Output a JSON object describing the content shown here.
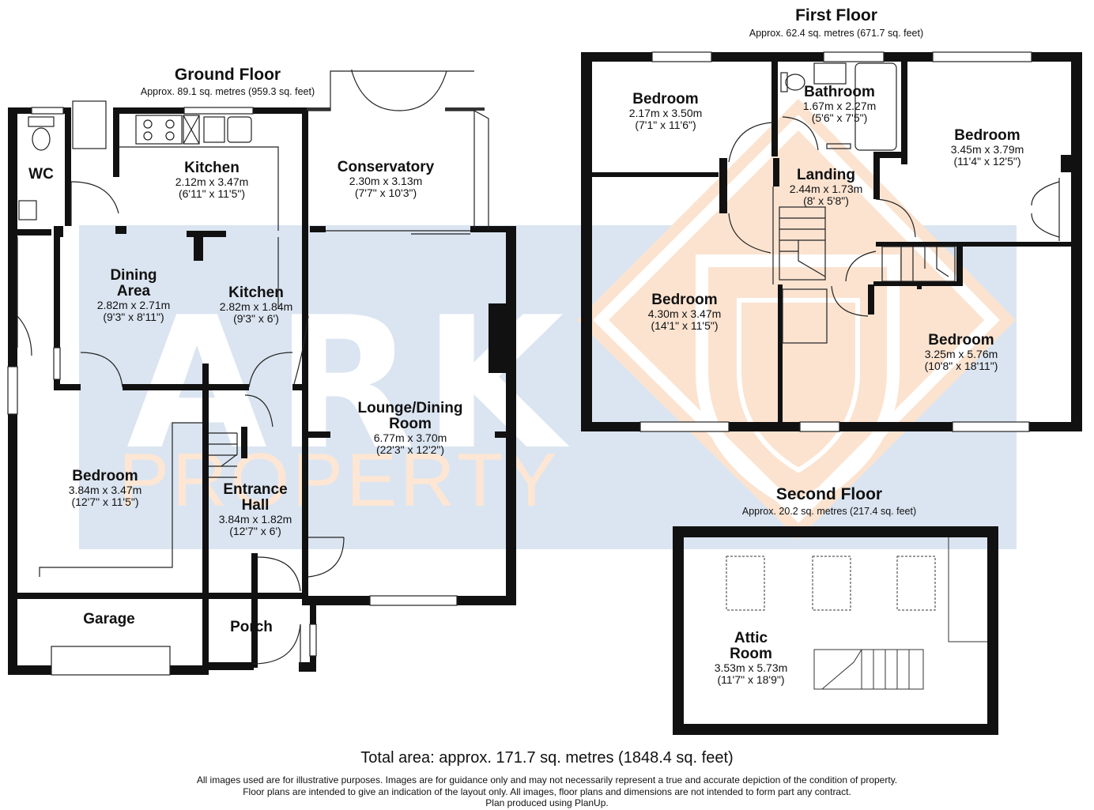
{
  "watermark": {
    "brand_top": "ARK",
    "brand_bottom": "PROPERTY",
    "colors": {
      "blue": "#dbe5f1",
      "orange": "#fbe3d0",
      "text_orange": "#fde6d3",
      "white": "#ffffff"
    }
  },
  "wall_color": "#111111",
  "ground_floor": {
    "title": "Ground Floor",
    "area": "Approx. 89.1 sq. metres (959.3 sq. feet)",
    "rooms": {
      "wc": {
        "name": "WC"
      },
      "kitchen_top": {
        "name": "Kitchen",
        "metric": "2.12m x 3.47m",
        "imperial": "(6'11\" x 11'5\")"
      },
      "conservatory": {
        "name": "Conservatory",
        "metric": "2.30m x 3.13m",
        "imperial": "(7'7\" x 10'3\")"
      },
      "dining_area": {
        "name": "Dining",
        "name2": "Area",
        "metric": "2.82m x 2.71m",
        "imperial": "(9'3\" x 8'11\")"
      },
      "kitchen_mid": {
        "name": "Kitchen",
        "metric": "2.82m x 1.84m",
        "imperial": "(9'3\" x 6')"
      },
      "lounge": {
        "name": "Lounge/Dining",
        "name2": "Room",
        "metric": "6.77m x 3.70m",
        "imperial": "(22'3\" x 12'2\")"
      },
      "bedroom": {
        "name": "Bedroom",
        "metric": "3.84m x 3.47m",
        "imperial": "(12'7\" x 11'5\")"
      },
      "entrance_hall": {
        "name": "Entrance",
        "name2": "Hall",
        "metric": "3.84m x 1.82m",
        "imperial": "(12'7\" x 6')"
      },
      "garage": {
        "name": "Garage"
      },
      "porch": {
        "name": "Porch"
      }
    }
  },
  "first_floor": {
    "title": "First Floor",
    "area": "Approx. 62.4 sq. metres (671.7 sq. feet)",
    "rooms": {
      "bedroom_a": {
        "name": "Bedroom",
        "metric": "2.17m x 3.50m",
        "imperial": "(7'1\" x 11'6\")"
      },
      "bathroom": {
        "name": "Bathroom",
        "metric": "1.67m x 2.27m",
        "imperial": "(5'6\" x 7'5\")"
      },
      "bedroom_b": {
        "name": "Bedroom",
        "metric": "3.45m x 3.79m",
        "imperial": "(11'4\" x 12'5\")"
      },
      "landing": {
        "name": "Landing",
        "metric": "2.44m x 1.73m",
        "imperial": "(8' x 5'8\")"
      },
      "bedroom_c": {
        "name": "Bedroom",
        "metric": "4.30m x 3.47m",
        "imperial": "(14'1\" x 11'5\")"
      },
      "bedroom_d": {
        "name": "Bedroom",
        "metric": "3.25m x 5.76m",
        "imperial": "(10'8\" x 18'11\")"
      }
    }
  },
  "second_floor": {
    "title": "Second Floor",
    "area": "Approx. 20.2 sq. metres (217.4 sq. feet)",
    "rooms": {
      "attic": {
        "name": "Attic",
        "name2": "Room",
        "metric": "3.53m x 5.73m",
        "imperial": "(11'7\" x 18'9\")"
      }
    }
  },
  "total_area": "Total area: approx. 171.7 sq. metres (1848.4 sq. feet)",
  "disclaimer": [
    "All images used are for illustrative purposes. Images are for guidance only and may not necessarily represent a true and accurate depiction of the condition of property.",
    "Floor plans are intended to give an indication of the layout only. All images, floor plans and dimensions are not intended to form part any contract.",
    "Plan produced using PlanUp."
  ]
}
